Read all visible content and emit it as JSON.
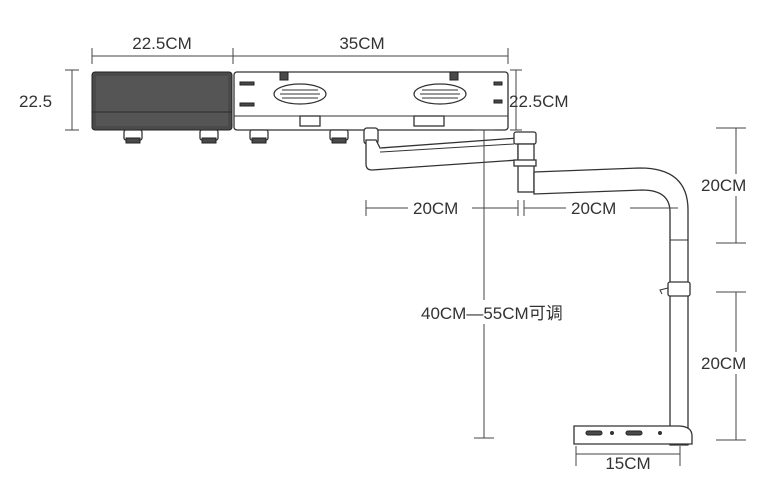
{
  "dimensions": {
    "tray_keyboard_width": "22.5CM",
    "tray_laptop_width": "35CM",
    "tray_depth_left": "22.5",
    "tray_depth_right": "22.5CM",
    "arm_segment_1": "20CM",
    "arm_segment_2": "20CM",
    "height_adjust": "40CM—55CM可调",
    "pole_upper": "20CM",
    "pole_lower": "20CM",
    "base_width": "15CM"
  }
}
